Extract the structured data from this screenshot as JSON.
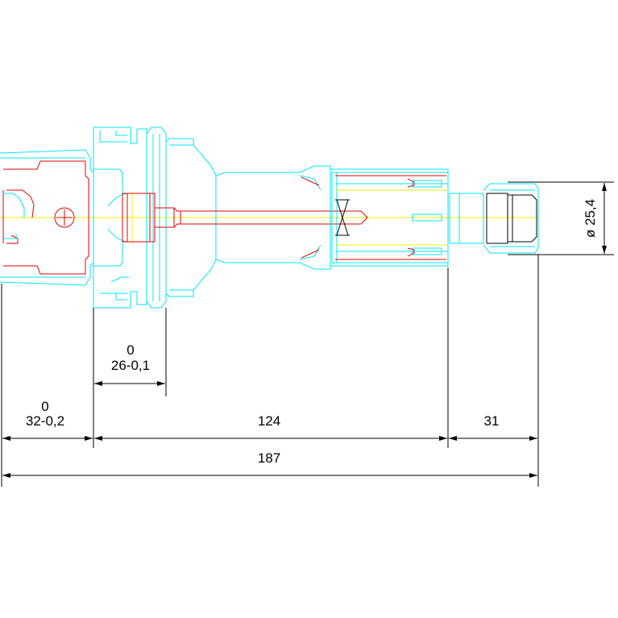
{
  "colors": {
    "background": "#ffffff",
    "body": "#00e5f5",
    "part": "#e10000",
    "centerline": "#f0f000",
    "dimension": "#000000",
    "tool": "#000000"
  },
  "dimensions": {
    "hsk_length": {
      "tol_upper": "0",
      "value": "32-0,2"
    },
    "flange_length": {
      "tol_upper": "0",
      "value": "26-0,1"
    },
    "extension_length": "124",
    "tool_length": "31",
    "total_length": "187",
    "tool_diameter": "ø 25,4"
  }
}
